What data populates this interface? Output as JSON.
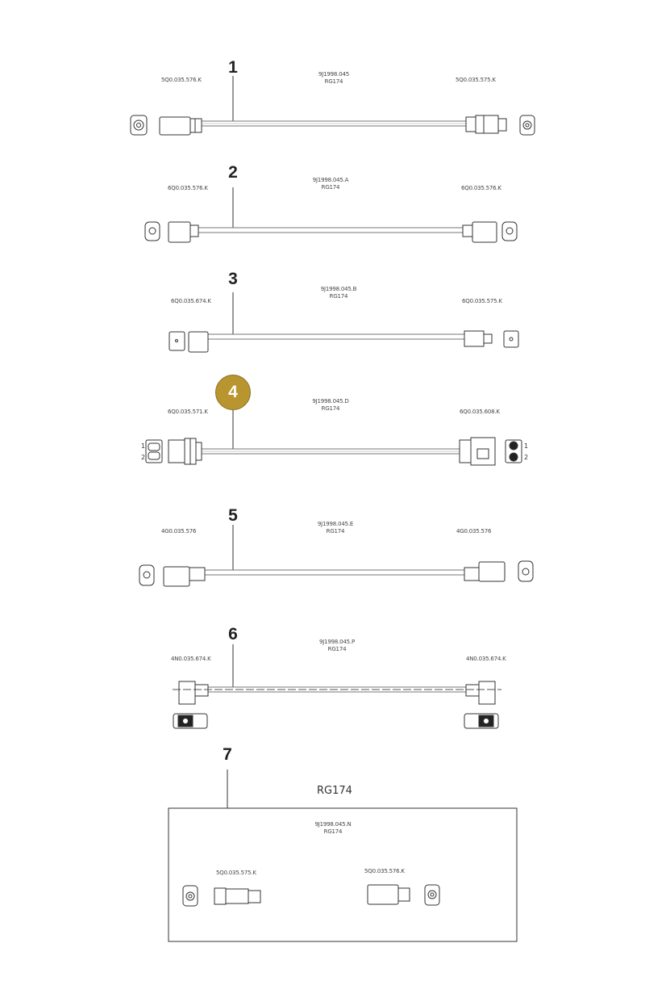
{
  "items": [
    {
      "number": "1",
      "left_part": "5Q0.035.576.K",
      "center_part": "9J1998.045",
      "cable": "RG174",
      "right_part": "5Q0.035.575.K"
    },
    {
      "number": "2",
      "left_part": "6Q0.035.576.K",
      "center_part": "9J1998.045.A",
      "cable": "RG174",
      "right_part": "6Q0.035.576.K"
    },
    {
      "number": "3",
      "left_part": "6Q0.035.674.K",
      "center_part": "9J1998.045.B",
      "cable": "RG174",
      "right_part": "6Q0.035.575.K"
    },
    {
      "number": "4",
      "left_part": "6Q0.035.571.K",
      "center_part": "9J1998.045.D",
      "cable": "RG174",
      "right_part": "6Q0.035.608.K",
      "pins_left": [
        "1",
        "2"
      ],
      "pins_right": [
        "1",
        "2"
      ]
    },
    {
      "number": "5",
      "left_part": "4G0.035.576",
      "center_part": "9J1998.045.E",
      "cable": "RG174",
      "right_part": "4G0.035.576"
    },
    {
      "number": "6",
      "left_part": "4N0.035.674.K",
      "center_part": "9J1998.045.P",
      "cable": "RG174",
      "right_part": "4N0.035.674.K"
    },
    {
      "number": "7",
      "cable_type": "RG174",
      "center_part": "9J1998.045.N",
      "cable": "RG174",
      "left_part": "5Q0.035.575.K",
      "right_part": "5Q0.035.576.K"
    }
  ],
  "colors": {
    "highlight": "#b8952e",
    "line": "#333333"
  }
}
